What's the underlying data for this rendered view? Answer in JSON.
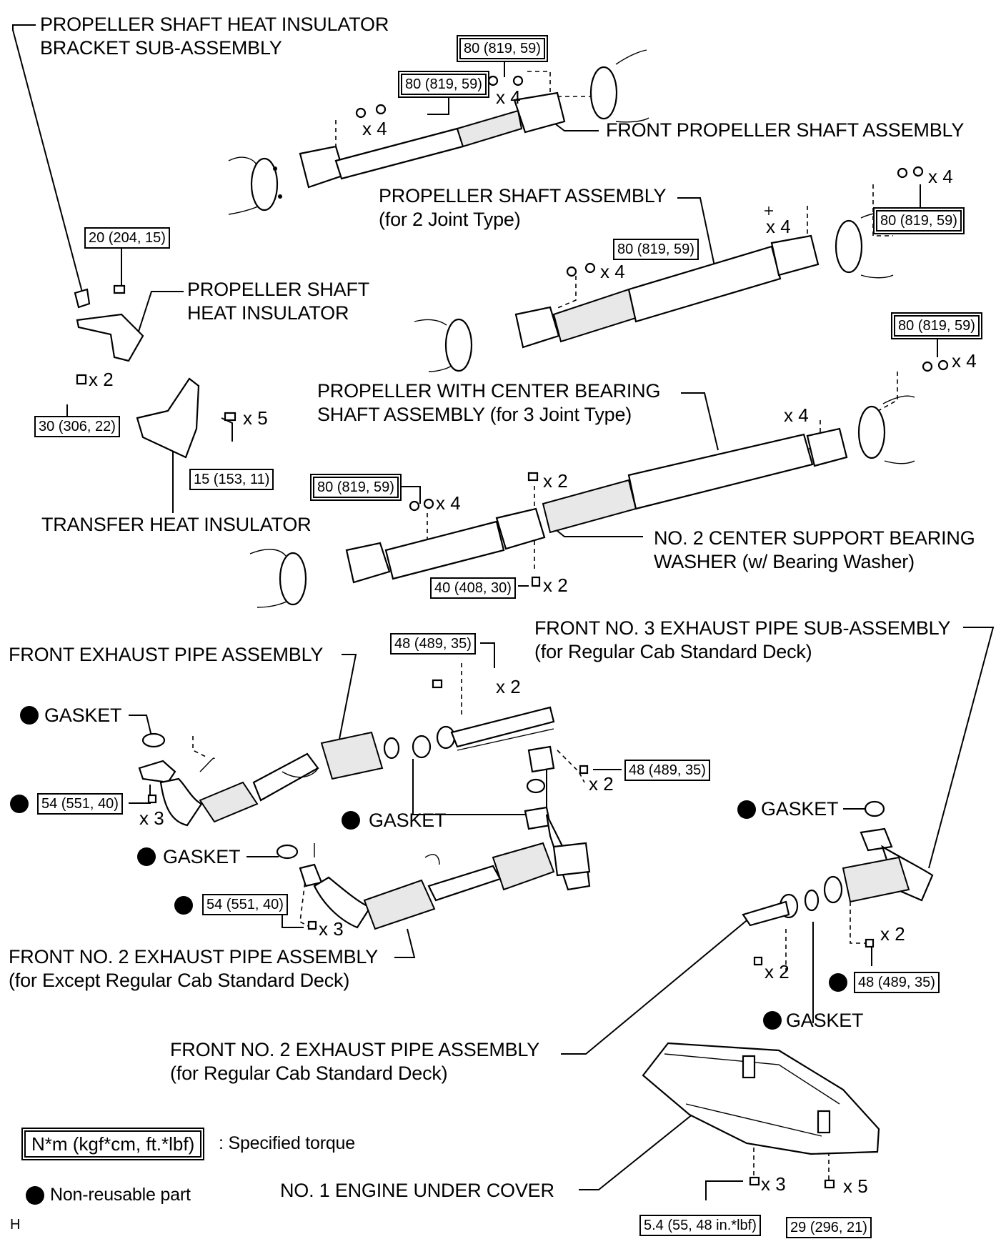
{
  "labels": {
    "bracket_l1": "PROPELLER SHAFT HEAT INSULATOR",
    "bracket_l2": "BRACKET SUB-ASSEMBLY",
    "front_prop": "FRONT PROPELLER SHAFT ASSEMBLY",
    "prop2_l1": "PROPELLER SHAFT ASSEMBLY",
    "prop2_l2": "(for 2 Joint Type)",
    "heat_ins_l1": "PROPELLER SHAFT",
    "heat_ins_l2": "HEAT INSULATOR",
    "prop3_l1": "PROPELLER WITH CENTER BEARING",
    "prop3_l2": "SHAFT ASSEMBLY (for 3 Joint Type)",
    "transfer": "TRANSFER HEAT INSULATOR",
    "center_l1": "NO. 2 CENTER SUPPORT BEARING",
    "center_l2": "WASHER (w/ Bearing Washer)",
    "front_no3_l1": "FRONT NO. 3 EXHAUST PIPE SUB-ASSEMBLY",
    "front_no3_l2": "(for Regular Cab Standard Deck)",
    "front_exh": "FRONT EXHAUST PIPE ASSEMBLY",
    "gasket": "GASKET",
    "front_no2a_l1": "FRONT NO. 2 EXHAUST PIPE ASSEMBLY",
    "front_no2a_l2": "(for Except Regular Cab Standard Deck)",
    "front_no2b_l1": "FRONT NO. 2 EXHAUST PIPE ASSEMBLY",
    "front_no2b_l2": "(for Regular Cab Standard Deck)",
    "under_cover": "NO. 1 ENGINE UNDER COVER",
    "corner": "H"
  },
  "torque": {
    "t80": "80 (819, 59)",
    "t20": "20 (204, 15)",
    "t30": "30 (306, 22)",
    "t15": "15 (153, 11)",
    "t40": "40 (408, 30)",
    "t48": "48 (489, 35)",
    "t54": "54 (551, 40)",
    "t54_2": "54 (551, 40)",
    "t5_4": "5.4 (55, 48 in.*lbf)",
    "t29": "29 (296, 21)"
  },
  "qty": {
    "x2": "x 2",
    "x3": "x 3",
    "x4": "x 4",
    "x5": "x 5"
  },
  "legend": {
    "torque_box": "N*m (kgf*cm, ft.*lbf)",
    "torque_text": ": Specified torque",
    "nonreuse_text": "Non-reusable part"
  }
}
